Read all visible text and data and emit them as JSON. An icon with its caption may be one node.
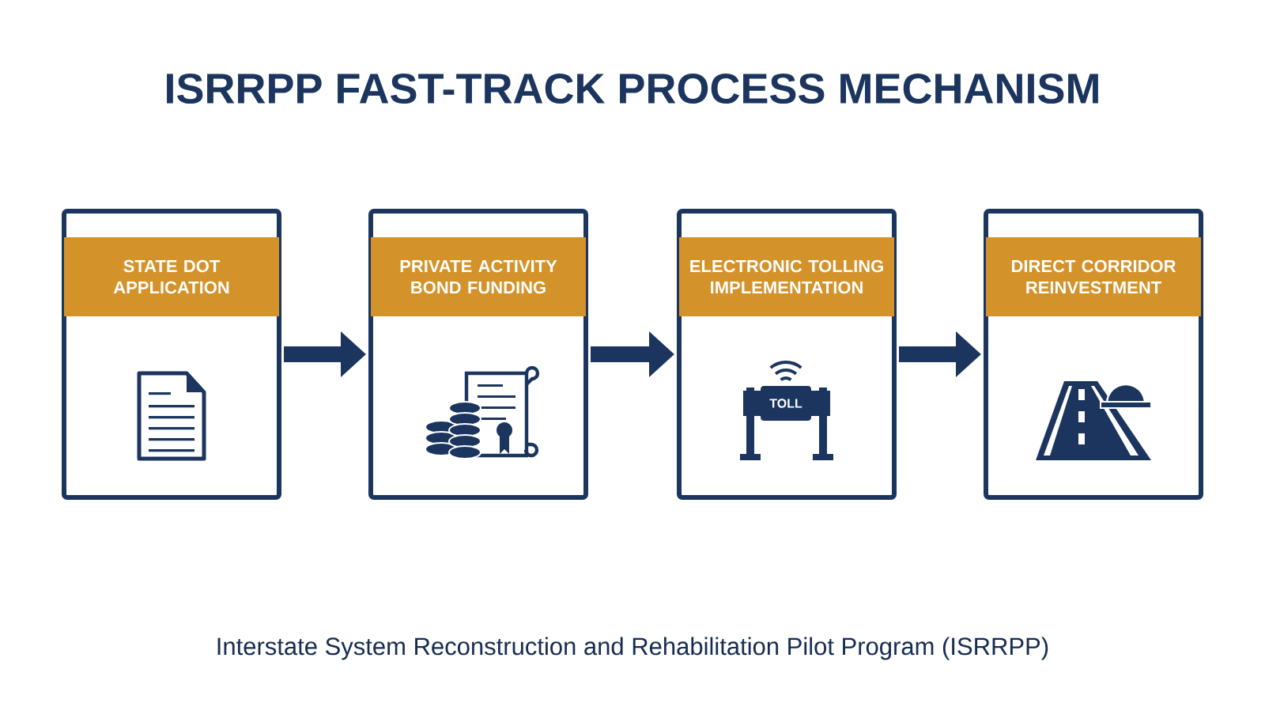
{
  "diagram": {
    "title": "ISRRPP FAST-TRACK PROCESS MECHANISM",
    "caption": "Interstate System Reconstruction and Rehabilitation Pilot Program (ISRRPP)",
    "nodes": [
      {
        "text": [
          "STATE DOT APPLICATION"
        ]
      },
      {
        "text": [
          "PRIVATE ACTIVITY BOND FUNDING"
        ]
      },
      {
        "text": [
          "ELECTRONIC TOLLING IMPLEMENTATION"
        ]
      },
      {
        "text": [
          "DIRECT CORRIDOR REINVESTMENT"
        ]
      }
    ],
    "edges": [
      {
        "from": 0,
        "to": 1,
        "arrow": "to"
      },
      {
        "from": 1,
        "to": 2,
        "arrow": "to"
      },
      {
        "from": 2,
        "to": 3,
        "arrow": "to"
      }
    ],
    "labels": [
      "TOLL"
    ]
  }
}
